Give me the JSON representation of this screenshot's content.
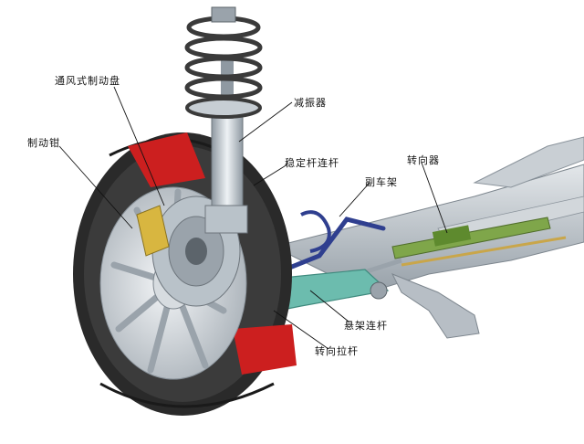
{
  "labels": {
    "vented_disc": "通风式制动盘",
    "caliper": "制动钳",
    "shock_absorber": "减振器",
    "stabilizer_link": "稳定杆连杆",
    "subframe": "副车架",
    "steering_gear": "转向器",
    "control_arm": "悬架连杆",
    "tie_rod": "转向拉杆"
  },
  "colors": {
    "tire": "#2a2a2a",
    "cutaway_red": "#cc1f1f",
    "rim_silver": "#cfd5da",
    "spring": "#3a3a3a",
    "strut": "#b9c2c9",
    "stabilizer_blue": "#2f3f8f",
    "control_arm_teal": "#5fb3a6",
    "steering_green": "#6f9a3a",
    "caliper_yellow": "#d8b640",
    "subframe_grey": "#a9b1b8"
  }
}
